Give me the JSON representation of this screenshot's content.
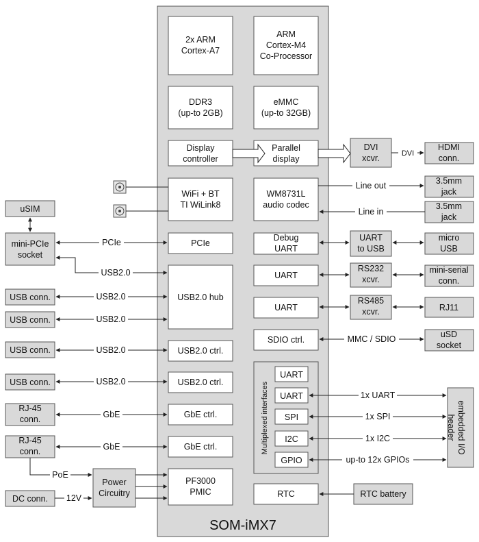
{
  "som": {
    "title": "SOM-iMX7"
  },
  "blocks": {
    "cpu": [
      "2x ARM",
      "Cortex-A7"
    ],
    "m4": [
      "ARM",
      "Cortex-M4",
      "Co-Processor"
    ],
    "ddr": [
      "DDR3",
      "(up-to 2GB)"
    ],
    "emmc": [
      "eMMC",
      "(up-to 32GB)"
    ],
    "disp_ctrl": [
      "Display",
      "controller"
    ],
    "par_disp": [
      "Parallel",
      "display"
    ],
    "wifi": [
      "WiFi + BT",
      "TI WiLink8"
    ],
    "audio": [
      "WM8731L",
      "audio codec"
    ],
    "pcie": [
      "PCIe"
    ],
    "debug_uart": [
      "Debug",
      "UART"
    ],
    "usb_hub": [
      "USB2.0 hub"
    ],
    "uart1": [
      "UART"
    ],
    "uart2": [
      "UART"
    ],
    "sdio": [
      "SDIO ctrl."
    ],
    "usb_ctrl1": [
      "USB2.0 ctrl."
    ],
    "usb_ctrl2": [
      "USB2.0 ctrl."
    ],
    "gbe1": [
      "GbE ctrl."
    ],
    "gbe2": [
      "GbE ctrl."
    ],
    "pmic": [
      "PF3000",
      "PMIC"
    ],
    "rtc": [
      "RTC"
    ],
    "mux_title": "Multiplexed interfaces",
    "mux_uart1": [
      "UART"
    ],
    "mux_uart2": [
      "UART"
    ],
    "mux_spi": [
      "SPI"
    ],
    "mux_i2c": [
      "I2C"
    ],
    "mux_gpio": [
      "GPIO"
    ]
  },
  "external": {
    "usim": [
      "uSIM"
    ],
    "minipcie": [
      "mini-PCIe",
      "socket"
    ],
    "usb1": [
      "USB conn."
    ],
    "usb2": [
      "USB conn."
    ],
    "usb3": [
      "USB conn."
    ],
    "usb4": [
      "USB conn."
    ],
    "rj45a": [
      "RJ-45",
      "conn."
    ],
    "rj45b": [
      "RJ-45",
      "conn."
    ],
    "dc": [
      "DC conn."
    ],
    "power": [
      "Power",
      "Circuitry"
    ],
    "dvi_xcvr": [
      "DVI",
      "xcvr."
    ],
    "hdmi": [
      "HDMI",
      "conn."
    ],
    "jack_out": [
      "3.5mm",
      "jack"
    ],
    "jack_in": [
      "3.5mm",
      "jack"
    ],
    "uart_usb": [
      "UART",
      "to USB"
    ],
    "micro_usb": [
      "micro",
      "USB"
    ],
    "rs232": [
      "RS232",
      "xcvr."
    ],
    "mini_serial": [
      "mini-serial",
      "conn."
    ],
    "rs485": [
      "RS485",
      "xcvr."
    ],
    "rj11": [
      "RJ11"
    ],
    "usd": [
      "uSD",
      "socket"
    ],
    "rtc_batt": [
      "RTC battery"
    ],
    "header": [
      "embedded I/O",
      "header"
    ]
  },
  "links": {
    "pcie": "PCIe",
    "usb_minipcie": "USB2.0",
    "usb_hub1": "USB2.0",
    "usb_hub2": "USB2.0",
    "usb_ctrl1": "USB2.0",
    "usb_ctrl2": "USB2.0",
    "gbe1": "GbE",
    "gbe2": "GbE",
    "poe": "PoE",
    "v12": "12V",
    "dvi": "DVI",
    "line_out": "Line out",
    "line_in": "Line in",
    "mmc": "MMC / SDIO",
    "h_uart": "1x UART",
    "h_spi": "1x SPI",
    "h_i2c": "1x I2C",
    "h_gpio": "up-to 12x GPIOs"
  }
}
